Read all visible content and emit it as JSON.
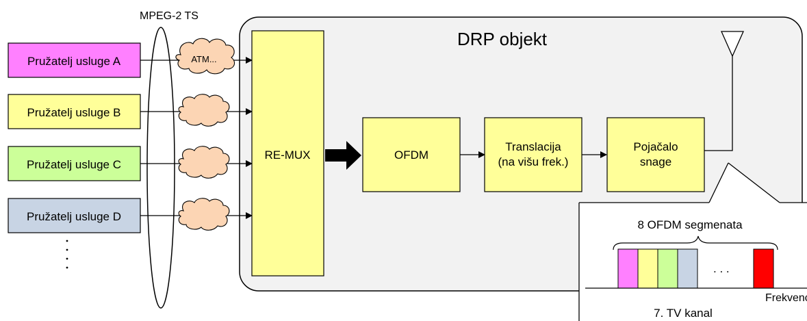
{
  "colors": {
    "provider_a": "#ff80ff",
    "provider_b": "#ffff99",
    "provider_c": "#ccff99",
    "provider_d": "#c8d4e4",
    "block": "#ffff99",
    "cloud": "#fcd5b4",
    "drp_bg": "#f2f2f2",
    "segment_red": "#ff0000"
  },
  "diagram": {
    "mpeg_label": "MPEG-2 TS",
    "drp_title": "DRP objekt",
    "providers": [
      {
        "label": "Pružatelj usluge A"
      },
      {
        "label": "Pružatelj usluge B"
      },
      {
        "label": "Pružatelj usluge C"
      },
      {
        "label": "Pružatelj usluge D"
      }
    ],
    "cloud_label": "ATM...",
    "remux_label": "RE-MUX",
    "ofdm_label": "OFDM",
    "translation_line1": "Translacija",
    "translation_line2": "(na višu frek.)",
    "amplifier_line1": "Pojačalo",
    "amplifier_line2": "snage",
    "inset": {
      "segments_label": "8 OFDM segmenata",
      "ellipsis": ". . .",
      "axis_label": "Frekvencija",
      "channel_label": "7. TV kanal"
    }
  }
}
